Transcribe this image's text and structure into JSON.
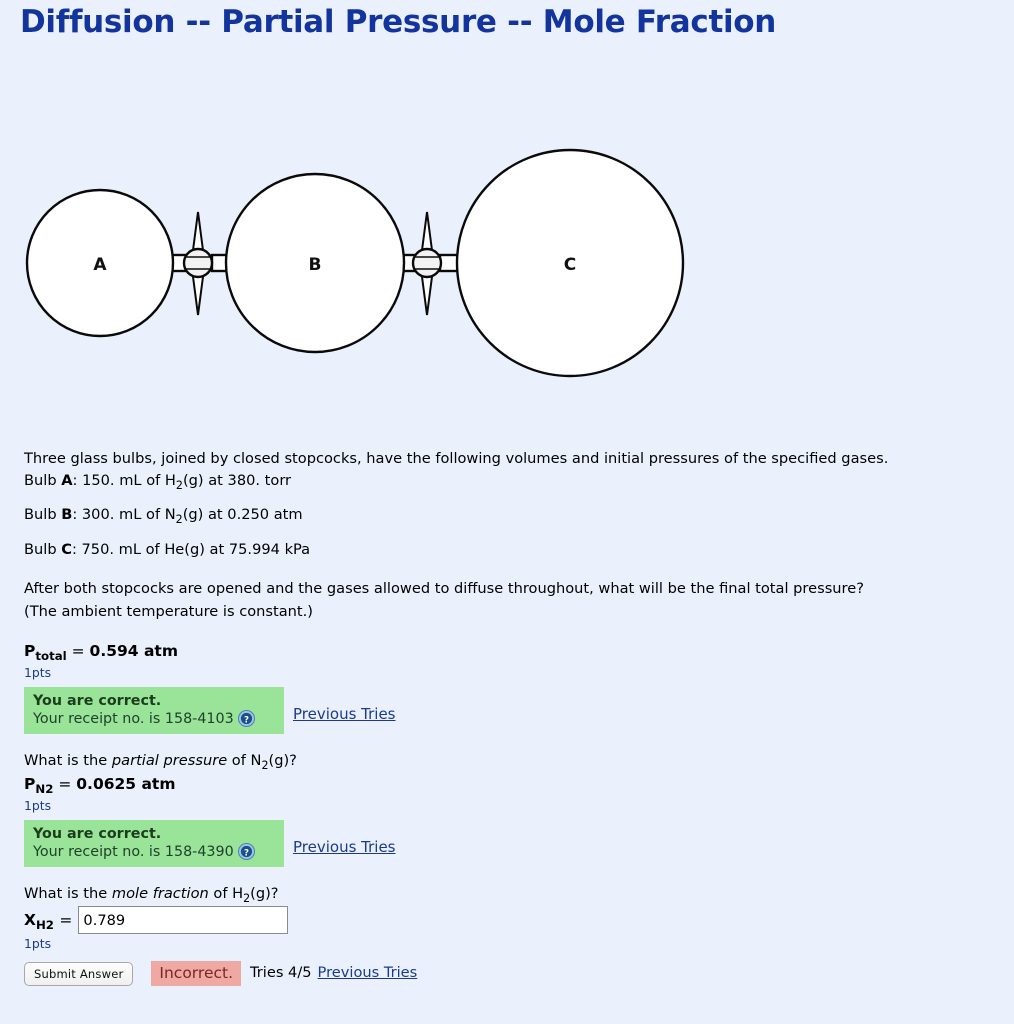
{
  "page": {
    "title": "Diffusion -- Partial Pressure -- Mole Fraction",
    "title_color": "#12349c",
    "background_color": "#eaf1fd"
  },
  "diagram": {
    "bulb_a_label": "A",
    "bulb_b_label": "B",
    "bulb_c_label": "C",
    "stopcock_count": 2
  },
  "problem": {
    "intro": "Three glass bulbs, joined by closed stopcocks, have the following volumes and initial pressures of the specified gases.",
    "bulbs": [
      {
        "prefix": "Bulb ",
        "letter": "A",
        "detail_1": ": 150. mL of H",
        "sub": "2",
        "detail_2": "(g) at 380. torr"
      },
      {
        "prefix": "Bulb ",
        "letter": "B",
        "detail_1": ": 300. mL of N",
        "sub": "2",
        "detail_2": "(g) at 0.250 atm"
      },
      {
        "prefix": "Bulb ",
        "letter": "C",
        "detail_1": ": 750. mL of He(g) at 75.994 kPa",
        "sub": "",
        "detail_2": ""
      }
    ],
    "question_line_1": "After both stopcocks are opened and the gases allowed to diffuse throughout, what will be the final total pressure?",
    "question_line_2": "(The ambient temperature is constant.)"
  },
  "q1": {
    "var_label": "P",
    "var_sub": "total",
    "equals": " = ",
    "value": "0.594 atm",
    "points": "1pts",
    "correct_title": "You are correct.",
    "receipt": "Your receipt no. is 158-4103",
    "help_icon": "question-mark-icon",
    "previous_tries": "Previous Tries"
  },
  "q2": {
    "prompt_pre": "What is the ",
    "prompt_em": "partial pressure",
    "prompt_post": " of N",
    "prompt_sub": "2",
    "prompt_end": "(g)?",
    "var_label": "P",
    "var_sub": "N2",
    "equals": " = ",
    "value": "0.0625 atm",
    "points": "1pts",
    "correct_title": "You are correct.",
    "receipt": "Your receipt no. is 158-4390",
    "help_icon": "question-mark-icon",
    "previous_tries": "Previous Tries"
  },
  "q3": {
    "prompt_pre": "What is the ",
    "prompt_em": "mole fraction",
    "prompt_post": " of H",
    "prompt_sub": "2",
    "prompt_end": "(g)?",
    "var_label": "X",
    "var_sub": "H2",
    "equals": "=",
    "input_value": "0.789",
    "input_placeholder": "",
    "points": "1pts",
    "submit_label": "Submit Answer",
    "incorrect_label": "Incorrect.",
    "tries_label": "Tries 4/5",
    "previous_tries": "Previous Tries"
  },
  "colors": {
    "correct_green": "#99e499",
    "incorrect_pink": "#f0a8a2",
    "link_blue": "#1b3a8c"
  }
}
